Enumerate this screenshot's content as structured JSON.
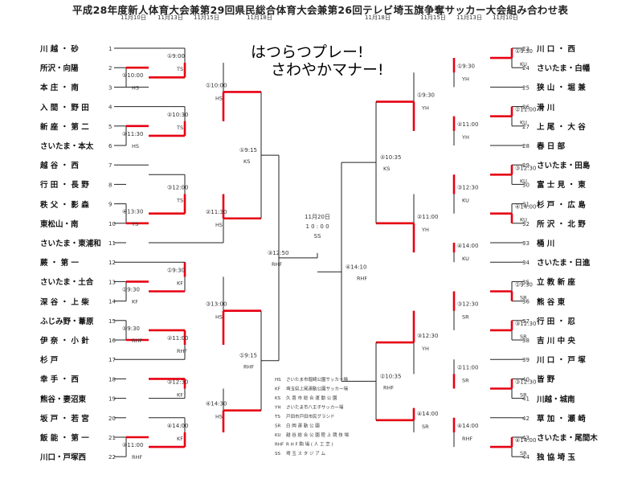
{
  "title": "平成28年度新人体育大会兼第29回県民総合体育大会兼第26回テレビ埼玉旗争奪サッカー大会組み合わせ表",
  "dates_left": [
    "11月10日",
    "11月13日",
    "11月15日",
    "11月18日"
  ],
  "dates_right": [
    "11月18日",
    "11月15日",
    "11月13日",
    "11月10日"
  ],
  "slogan": [
    "はつらつプレー!",
    "さわやかマナー!"
  ],
  "left_teams": [
    {
      "num": "1",
      "name": "川 越 ・ 砂"
    },
    {
      "num": "2",
      "name": "所沢・向陽"
    },
    {
      "num": "3",
      "name": "本 庄 ・ 南"
    },
    {
      "num": "4",
      "name": "入 間 ・ 野 田"
    },
    {
      "num": "5",
      "name": "新 座 ・ 第 二"
    },
    {
      "num": "6",
      "name": "さいたま・本太"
    },
    {
      "num": "7",
      "name": "越 谷 ・ 西"
    },
    {
      "num": "8",
      "name": "行 田 ・ 長 野"
    },
    {
      "num": "9",
      "name": "秩 父 ・ 影 森"
    },
    {
      "num": "10",
      "name": "東松山・南"
    },
    {
      "num": "11",
      "name": "さいたま・東浦和"
    },
    {
      "num": "12",
      "name": "蕨 ・ 第 一"
    },
    {
      "num": "13",
      "name": "さいたま・土合"
    },
    {
      "num": "14",
      "name": "深 谷 ・ 上 柴"
    },
    {
      "num": "15",
      "name": "ふじみ野・葦原"
    },
    {
      "num": "16",
      "name": "伊 奈 ・ 小 針"
    },
    {
      "num": "17",
      "name": "杉 戸"
    },
    {
      "num": "18",
      "name": "幸 手 ・ 西"
    },
    {
      "num": "19",
      "name": "熊谷・妻沼東"
    },
    {
      "num": "20",
      "name": "坂 戸 ・ 若 宮"
    },
    {
      "num": "21",
      "name": "飯 能 ・ 第 一"
    },
    {
      "num": "22",
      "name": "川口・戸塚西"
    }
  ],
  "right_teams": [
    {
      "num": "23",
      "name": "川 口 ・ 西"
    },
    {
      "num": "24",
      "name": "さいたま・白幡"
    },
    {
      "num": "25",
      "name": "狭 山 ・ 堀 兼"
    },
    {
      "num": "26",
      "name": "滑 川"
    },
    {
      "num": "27",
      "name": "上 尾 ・ 大 谷"
    },
    {
      "num": "28",
      "name": "春 日 部"
    },
    {
      "num": "29",
      "name": "さいたま・田島"
    },
    {
      "num": "30",
      "name": "富 士 見 ・ 東"
    },
    {
      "num": "31",
      "name": "杉 戸 ・ 広 島"
    },
    {
      "num": "32",
      "name": "所 沢 ・ 北 野"
    },
    {
      "num": "33",
      "name": "桶 川"
    },
    {
      "num": "34",
      "name": "さいたま・日進"
    },
    {
      "num": "35",
      "name": "立 教 新 座"
    },
    {
      "num": "36",
      "name": "熊 谷 東"
    },
    {
      "num": "37",
      "name": "行 田 ・ 忍"
    },
    {
      "num": "38",
      "name": "吉 川 中 央"
    },
    {
      "num": "39",
      "name": "川 口 ・ 戸 塚"
    },
    {
      "num": "40",
      "name": "皆 野"
    },
    {
      "num": "41",
      "name": "川越・城南"
    },
    {
      "num": "42",
      "name": "草 加 ・ 瀬 崎"
    },
    {
      "num": "43",
      "name": "さいたま・尾間木"
    },
    {
      "num": "44",
      "name": "独 協 埼 玉"
    }
  ],
  "final": {
    "date": "11月20日",
    "time": "1 0 : 0 0",
    "venue": "SS"
  },
  "semis": [
    {
      "label": "③12:50",
      "venue": "RHF"
    },
    {
      "label": "④14:10",
      "venue": "RHF"
    }
  ],
  "legend": [
    {
      "code": "HS",
      "name": "さいたま市堀崎公園サッカー場"
    },
    {
      "code": "KF",
      "name": "埼玉県上尾運動公園サッカー場"
    },
    {
      "code": "KS",
      "name": "久 喜 市 総 合 運 動 公 園"
    },
    {
      "code": "YH",
      "name": "さいたま市八王子サッカー場"
    },
    {
      "code": "TS",
      "name": "戸田市戸田市民グランド"
    },
    {
      "code": "SR",
      "name": "白 岡 運 動 公 園"
    },
    {
      "code": "KU",
      "name": "越 谷 総 合 公 園 陸 上 競 技 場"
    },
    {
      "code": "RHF",
      "name": "R H F 駒 場 ( 人 工 芝 )"
    },
    {
      "code": "SS",
      "name": "埼 玉 ス タ ジ ア ム"
    }
  ],
  "left_matches": [
    {
      "label": "①10:00",
      "venue": "HS"
    },
    {
      "label": "①9:00",
      "venue": "TS"
    },
    {
      "label": "②11:30",
      "venue": "HS"
    },
    {
      "label": "②10:30",
      "venue": "TS"
    },
    {
      "label": "③12:00",
      "venue": "TS"
    },
    {
      "label": "③13:00",
      "venue": "HS"
    },
    {
      "label": "④13:30",
      "venue": "TS"
    },
    {
      "label": "①9:30",
      "venue": "KF"
    },
    {
      "label": "④14:30",
      "venue": "KF"
    },
    {
      "label": "①9:30",
      "venue": "RHF"
    },
    {
      "label": "②11:00",
      "venue": "RHF"
    },
    {
      "label": "③12:30",
      "venue": "KF"
    },
    {
      "label": "②11:00",
      "venue": "RHF"
    },
    {
      "label": "④14:00",
      "venue": "KF"
    }
  ],
  "left_round2": [
    {
      "label": "①10:00",
      "venue": "HS"
    },
    {
      "label": "②11:30",
      "venue": "HS"
    },
    {
      "label": "③13:00",
      "venue": "HS"
    },
    {
      "label": "④14:30",
      "venue": "HS"
    }
  ],
  "left_round3": [
    {
      "label": "①9:15",
      "venue": "KS"
    },
    {
      "label": "①9:15",
      "venue": "RHF"
    }
  ],
  "right_matches": [
    {
      "label": "①9:30",
      "venue": "YH"
    },
    {
      "label": "②11:00",
      "venue": "YH"
    },
    {
      "label": "③12:30",
      "venue": "KU"
    },
    {
      "label": "④14:00",
      "venue": "KU"
    },
    {
      "label": "③12:30",
      "venue": "SR"
    },
    {
      "label": "④14:00",
      "venue": "YH"
    },
    {
      "label": "②11:00",
      "venue": "SR"
    },
    {
      "label": "④14:00",
      "venue": "RHF"
    }
  ],
  "right_round2": [
    {
      "label": "①9:30",
      "venue": "YH"
    },
    {
      "label": "②11:00",
      "venue": "YH"
    },
    {
      "label": "③12:30",
      "venue": "YH"
    },
    {
      "label": "④14:00",
      "venue": "SR"
    }
  ],
  "right_round3": [
    {
      "label": "②10:35",
      "venue": "KS"
    },
    {
      "label": "②10:35",
      "venue": "RHF"
    }
  ],
  "right_round1": [
    {
      "label": "①9:30",
      "venue": "KU"
    },
    {
      "label": "②11:00",
      "venue": "KU"
    },
    {
      "label": "③12:30",
      "venue": "KU"
    },
    {
      "label": "④14:00",
      "venue": "KU"
    },
    {
      "label": "①9:30",
      "venue": "SR"
    },
    {
      "label": "③12:30",
      "venue": "SR"
    },
    {
      "label": "③12:30",
      "venue": "SR"
    },
    {
      "label": "④14:00",
      "venue": "SR"
    }
  ],
  "colors": {
    "win": "#e60012",
    "line": "#222222"
  }
}
